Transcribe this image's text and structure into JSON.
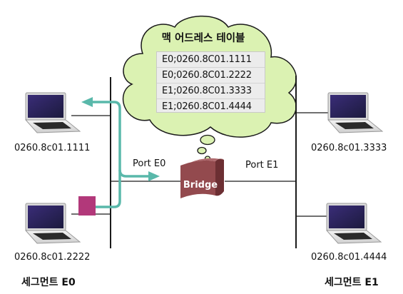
{
  "cloud": {
    "title": "맥 어드레스 테이블",
    "rows": [
      "E0;0260.8C01.1111",
      "E0;0260.8C01.2222",
      "E1;0260.8C01.3333",
      "E1;0260.8C01.4444"
    ]
  },
  "bridge": {
    "label": "Bridge"
  },
  "ports": {
    "e0": "Port E0",
    "e1": "Port E1"
  },
  "hosts": [
    {
      "id": "top-left",
      "mac": "0260.8c01.1111"
    },
    {
      "id": "bottom-left",
      "mac": "0260.8c01.2222"
    },
    {
      "id": "top-right",
      "mac": "0260.8c01.3333"
    },
    {
      "id": "bottom-right",
      "mac": "0260.8c01.4444"
    }
  ],
  "segments": {
    "left": "세그먼트 E0",
    "right": "세그먼트 E1"
  },
  "colors": {
    "cloud_fill": "#dbf2b2",
    "table_fill": "#ececec",
    "arrow": "#59b8aa",
    "bridge_front": "#934a4e",
    "bridge_side": "#6c2f33",
    "frame_square": "#b2387a",
    "line": "#1a1a1a"
  }
}
